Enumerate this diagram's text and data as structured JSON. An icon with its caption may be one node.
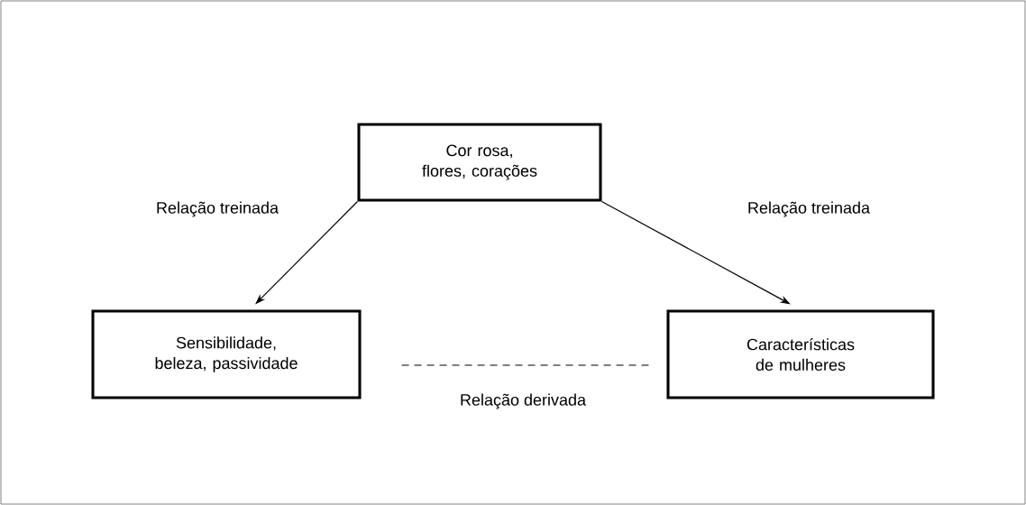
{
  "diagram": {
    "nodes": [
      {
        "text": [
          "Cor rosa, flores, corações"
        ]
      },
      {
        "text": [
          "Sensibilidade, beleza, passividade"
        ]
      },
      {
        "text": [
          "Características de mulheres"
        ]
      }
    ],
    "edges": [
      {
        "from": 0,
        "to": 1,
        "arrow": "to",
        "label": "Relação treinada"
      },
      {
        "from": 0,
        "to": 2,
        "arrow": "to",
        "label": "Relação treinada"
      },
      {
        "from": 1,
        "to": 2,
        "arrow": "none",
        "style": "dashed",
        "label": "Relação derivada"
      }
    ]
  }
}
